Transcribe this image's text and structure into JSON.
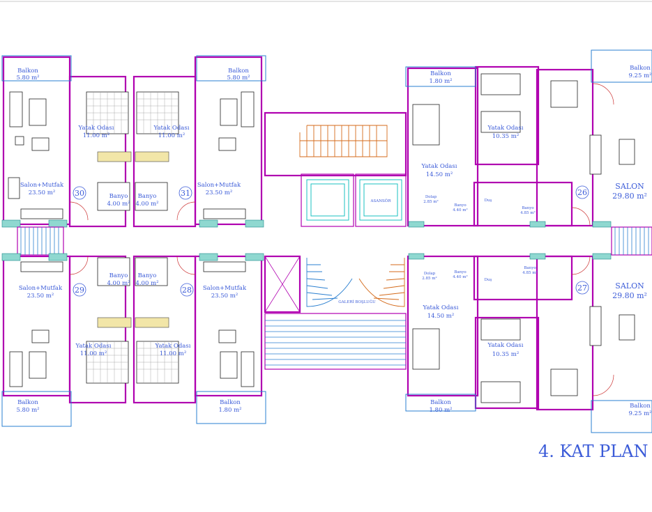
{
  "title": "4. KAT PLAN",
  "units": [
    {
      "no": "30",
      "balkon": "Balkon",
      "balkon_area": "5.80 m²",
      "salon": "Salon+Mutfak",
      "salon_area": "23.50 m²",
      "yatak": "Yatak Odası",
      "yatak_area": "11.00 m²",
      "banyo": "Banyo",
      "banyo_area": "4.00 m²"
    },
    {
      "no": "31",
      "balkon": "Balkon",
      "balkon_area": "5.80 m²",
      "salon": "Salon+Mutfak",
      "salon_area": "23.50 m²",
      "yatak": "Yatak Odası",
      "yatak_area": "11.00 m²",
      "banyo": "Banyo",
      "banyo_area": "4.00 m²"
    },
    {
      "no": "29",
      "balkon": "Balkon",
      "balkon_area": "5.80 m²",
      "salon": "Salon+Mutfak",
      "salon_area": "23.50 m²",
      "yatak": "Yatak Odası",
      "yatak_area": "11.00 m²",
      "banyo": "Banyo",
      "banyo_area": "4.00 m²"
    },
    {
      "no": "28",
      "balkon": "Balkon",
      "balkon_area": "1.80 m²",
      "salon": "Salon+Mutfak",
      "salon_area": "23.50 m²",
      "yatak": "Yatak Odası",
      "yatak_area": "11.00 m²",
      "banyo": "Banyo",
      "banyo_area": "4.00 m²"
    },
    {
      "no": "26",
      "salon": "SALON",
      "salon_area": "29.80 m²",
      "balkon_a": "Balkon",
      "balkon_a_area": "1.80 m²",
      "balkon_b": "Balkon",
      "balkon_b_area": "9.25 m²",
      "yatak1": "Yatak Odası",
      "yatak1_area": "14.50 m²",
      "yatak2": "Yatak Odası",
      "yatak2_area": "10.35 m²",
      "banyo1": "Banyo",
      "banyo1_area": "4.40 m²",
      "banyo2": "Banyo",
      "banyo2_area": "4.85 m²",
      "dolap": "Dolap",
      "dolap_area": "2.85 m²",
      "dus": "Duş"
    },
    {
      "no": "27",
      "salon": "SALON",
      "salon_area": "29.80 m²",
      "balkon_a": "Balkon",
      "balkon_a_area": "1.80 m²",
      "balkon_b": "Balkon",
      "balkon_b_area": "9.25 m²",
      "yatak1": "Yatak Odası",
      "yatak1_area": "14.50 m²",
      "yatak2": "Yatak Odası",
      "yatak2_area": "10.35 m²",
      "banyo1": "Banyo",
      "banyo1_area": "4.40 m²",
      "banyo2": "Banyo",
      "banyo2_area": "4.85 m²",
      "dolap": "Dolap",
      "dolap_area": "2.85 m²",
      "dus": "Duş"
    }
  ],
  "core": {
    "elevator": "ASANSÖR",
    "stairs": "GALERİ BOŞLUĞU"
  },
  "colors": {
    "walls": "#b000b0",
    "text": "#3b5bd8",
    "balcony_line": "#2a7fd0",
    "column_hatch": "#8fd8d0",
    "stair_orange": "#d46a1a",
    "elevator": "#18c0c0"
  }
}
